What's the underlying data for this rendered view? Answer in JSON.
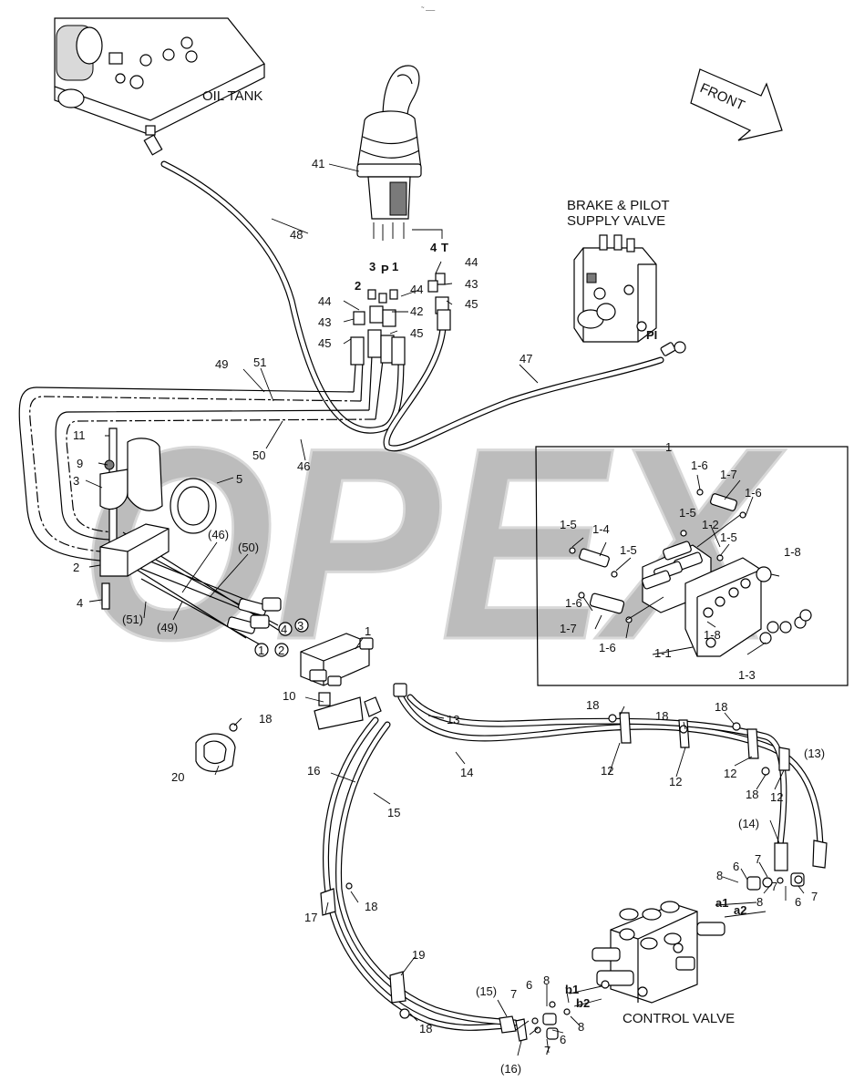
{
  "tiny_mark": "~ ___",
  "titles": {
    "oil_tank": "OIL TANK",
    "brake_valve_line1": "BRAKE & PILOT",
    "brake_valve_line2": "SUPPLY VALVE",
    "control_valve": "CONTROL VALVE",
    "front": "FRONT"
  },
  "watermark": "OPEX",
  "port_labels": {
    "p2": "2",
    "p3": "3",
    "pP": "P",
    "p1": "1",
    "p4": "4",
    "pT": "T",
    "pi": "PI",
    "a1": "a1",
    "a2": "a2",
    "b1": "b1",
    "b2": "b2"
  },
  "circled": {
    "c1": "1",
    "c2": "2",
    "c3": "3",
    "c4": "4"
  },
  "callouts": {
    "n41": "41",
    "n48": "48",
    "n44a": "44",
    "n43a": "43",
    "n45a": "45",
    "n44b": "44",
    "n43b": "43",
    "n45b": "45",
    "n44c": "44",
    "n42": "42",
    "n45c": "45",
    "n47": "47",
    "n49": "49",
    "n51": "51",
    "n50": "50",
    "n46": "46",
    "n11": "11",
    "n9": "9",
    "n3": "3",
    "n5": "5",
    "n2": "2",
    "n4": "4",
    "p46": "(46)",
    "p50": "(50)",
    "p51": "(51)",
    "p49": "(49)",
    "n1": "1",
    "n10": "10",
    "n13": "13",
    "n14": "14",
    "n18a": "18",
    "n20": "20",
    "n16": "16",
    "n15": "15",
    "n17": "17",
    "n18b": "18",
    "n19": "19",
    "n18c": "18",
    "n18d": "18",
    "n18e": "18",
    "n18f": "18",
    "n18g": "18",
    "n12a": "12",
    "n12b": "12",
    "n12c": "12",
    "n12d": "12",
    "p13": "(13)",
    "p14": "(14)",
    "n8a": "8",
    "n6a": "6",
    "n7a": "7",
    "n7b": "7",
    "n8b": "8",
    "n6b": "6",
    "n7c": "7",
    "p15": "(15)",
    "p16": "(16)",
    "n7d": "7",
    "n6c": "6",
    "n8c": "8",
    "n7e": "7",
    "n6d": "6",
    "n8d": "8"
  },
  "detail": {
    "title": "1",
    "labels": {
      "d16a": "1-6",
      "d17a": "1-7",
      "d16b": "1-6",
      "d15a": "1-5",
      "d12": "1-2",
      "d15b": "1-5",
      "d14": "1-4",
      "d15c": "1-5",
      "d15d": "1-5",
      "d18a": "1-8",
      "d16c": "1-6",
      "d17b": "1-7",
      "d16d": "1-6",
      "d11": "1-1",
      "d18b": "1-8",
      "d13": "1-3"
    }
  }
}
